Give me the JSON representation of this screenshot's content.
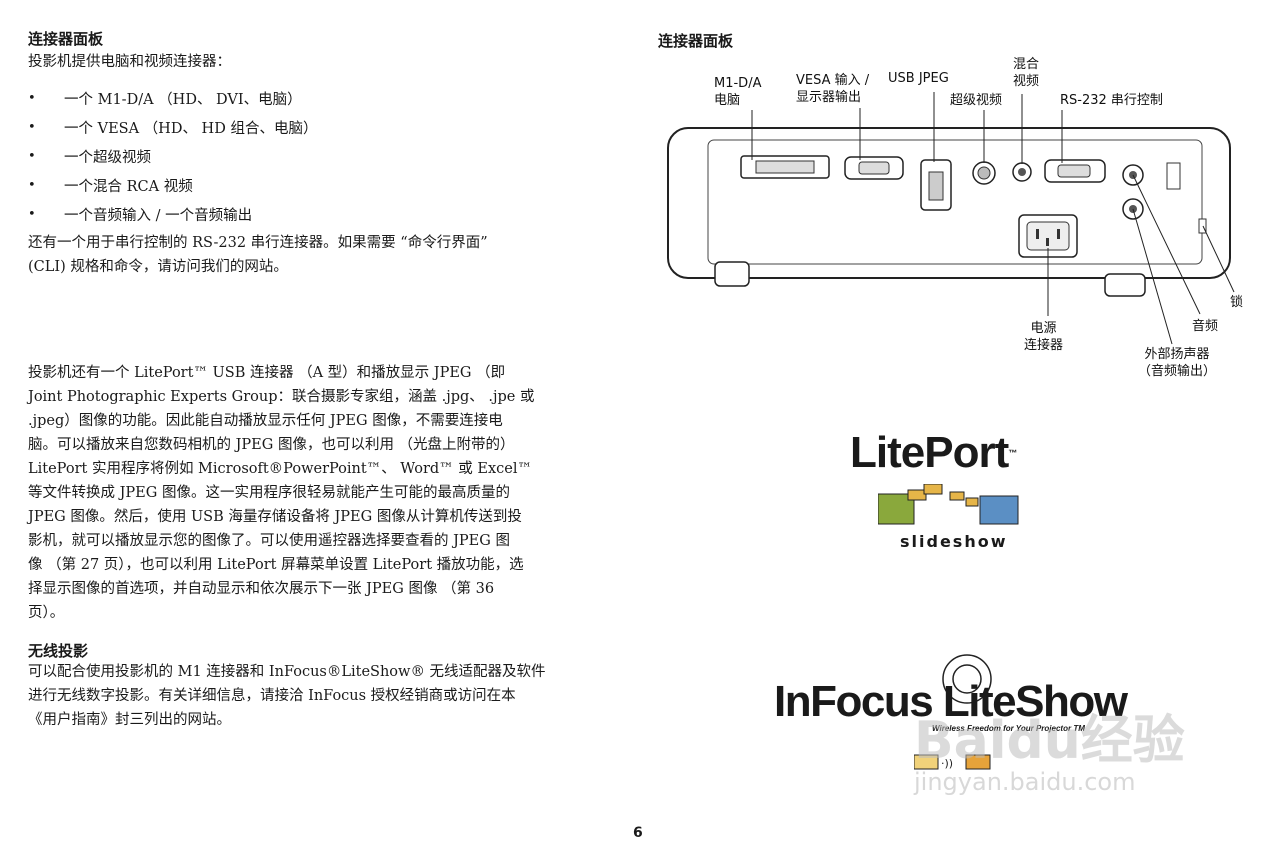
{
  "left": {
    "connector_heading": "连接器面板",
    "connector_intro": "投影机提供电脑和视频连接器：",
    "bullets": [
      "一个 M1-D/A （HD、 DVI、电脑）",
      "一个 VESA （HD、 HD 组合、电脑）",
      "一个超级视频",
      "一个混合 RCA 视频",
      "一个音频输入 / 一个音频输出"
    ],
    "rs232_lines": [
      "还有一个用于串行控制的 RS-232 串行连接器。如果需要 “命令行界面”",
      "(CLI) 规格和命令，请访问我们的网站。"
    ],
    "liteport_lines": [
      "投影机还有一个 LitePort™ USB 连接器 （A 型）和播放显示 JPEG （即",
      "Joint Photographic Experts Group：联合摄影专家组，涵盖 .jpg、 .jpe 或",
      ".jpeg）图像的功能。因此能自动播放显示任何 JPEG 图像，不需要连接电",
      "脑。可以播放来自您数码相机的 JPEG 图像，也可以利用 （光盘上附带的）",
      "LitePort 实用程序将例如 Microsoft®PowerPoint™、 Word™ 或 Excel™",
      "等文件转换成 JPEG 图像。这一实用程序很轻易就能产生可能的最高质量的",
      "JPEG 图像。然后，使用 USB 海量存储设备将 JPEG 图像从计算机传送到投",
      "影机，就可以播放显示您的图像了。可以使用遥控器选择要查看的 JPEG 图",
      "像 （第 27 页），也可以利用 LitePort 屏幕菜单设置 LitePort 播放功能，选",
      "择显示图像的首选项，并自动显示和依次展示下一张 JPEG 图像 （第 36",
      "页）。"
    ],
    "wireless_heading": "无线投影",
    "wireless_lines": [
      "可以配合使用投影机的 M1 连接器和 InFocus®LiteShow® 无线适配器及软件",
      "进行无线数字投影。有关详细信息，请接洽 InFocus 授权经销商或访问在本",
      "《用户指南》封三列出的网站。"
    ]
  },
  "right": {
    "panel_heading": "连接器面板",
    "labels": {
      "m1_line1": "M1-D/A",
      "m1_line2": "电脑",
      "vesa_line1": "VESA 输入 /",
      "vesa_line2": "显示器输出",
      "usb": "USB JPEG",
      "composite_line1": "混合",
      "composite_line2": "视频",
      "svideo": "超级视频",
      "rs232": "RS-232 串行控制",
      "lock": "锁",
      "audio": "音频",
      "power_line1": "电源",
      "power_line2": "连接器",
      "speaker_line1": "外部扬声器",
      "speaker_line2": "（音频输出）"
    },
    "liteport_logo": {
      "wordmark": "LitePort",
      "tm": "™",
      "tagline": "slideshow"
    },
    "liteshow_logo": {
      "wordmark": "InFocus LiteShow",
      "tagline": "Wireless Freedom for Your Projector",
      "tm": "TM"
    },
    "watermark": {
      "text": "Baidu经验",
      "url": "jingyan.baidu.com"
    }
  },
  "footer": {
    "page_number": "6"
  },
  "colors": {
    "logo_green": "#8aa83c",
    "logo_yellow": "#e6b548",
    "logo_blue": "#5b8fc4",
    "text": "#1a1a1a"
  }
}
